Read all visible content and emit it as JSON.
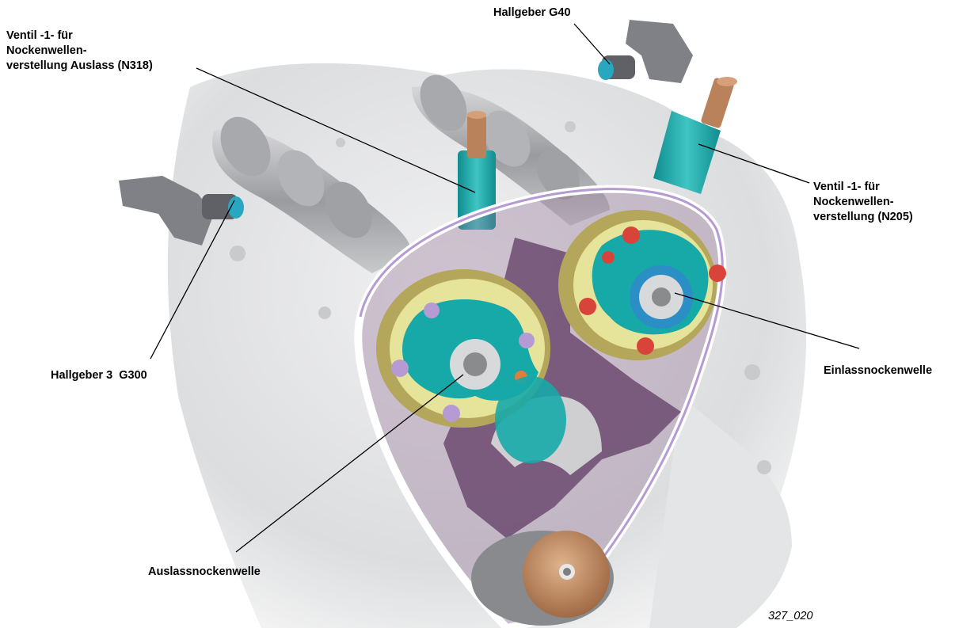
{
  "labels": {
    "n318": [
      "Ventil -1- für",
      "Nockenwellen-",
      "verstellung Auslass (N318)"
    ],
    "g40": [
      "Hallgeber G40"
    ],
    "n205": [
      "Ventil -1- für",
      "Nockenwellen-",
      "verstellung (N205)"
    ],
    "g300": [
      "Hallgeber 3  G300"
    ],
    "einlass": [
      "Einlassnockenwelle"
    ],
    "auslass": [
      "Auslassnockenwelle"
    ]
  },
  "figure_number": "327_020",
  "colors": {
    "block": "#d9dadb",
    "teal": "#17a8a8",
    "purple": "#6c4a70",
    "yellow": "#e6e39b",
    "red": "#d9443a",
    "copper": "#b9825b",
    "violet": "#b59ad3"
  }
}
